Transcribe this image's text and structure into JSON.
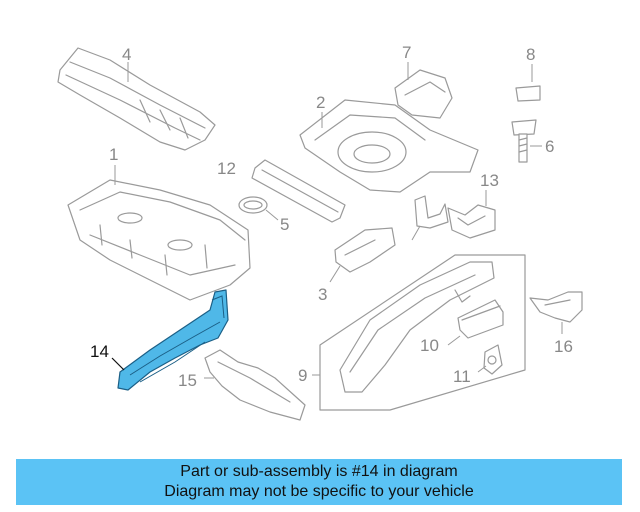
{
  "diagram": {
    "callouts": [
      {
        "id": "1",
        "label": "1"
      },
      {
        "id": "2",
        "label": "2"
      },
      {
        "id": "3",
        "label": "3"
      },
      {
        "id": "4",
        "label": "4"
      },
      {
        "id": "5",
        "label": "5"
      },
      {
        "id": "6",
        "label": "6"
      },
      {
        "id": "7",
        "label": "7"
      },
      {
        "id": "8",
        "label": "8"
      },
      {
        "id": "9",
        "label": "9"
      },
      {
        "id": "10",
        "label": "10"
      },
      {
        "id": "11",
        "label": "11"
      },
      {
        "id": "12",
        "label": "12"
      },
      {
        "id": "13",
        "label": "13"
      },
      {
        "id": "14",
        "label": "14"
      },
      {
        "id": "15",
        "label": "15"
      },
      {
        "id": "16",
        "label": "16"
      }
    ],
    "highlight_color": "#4fb8e8",
    "line_color": "#9a9a9a"
  },
  "banner": {
    "line1": "Part or sub-assembly is #14 in diagram",
    "line2": "Diagram may not be specific to your vehicle",
    "color": "#5bc3f5"
  }
}
